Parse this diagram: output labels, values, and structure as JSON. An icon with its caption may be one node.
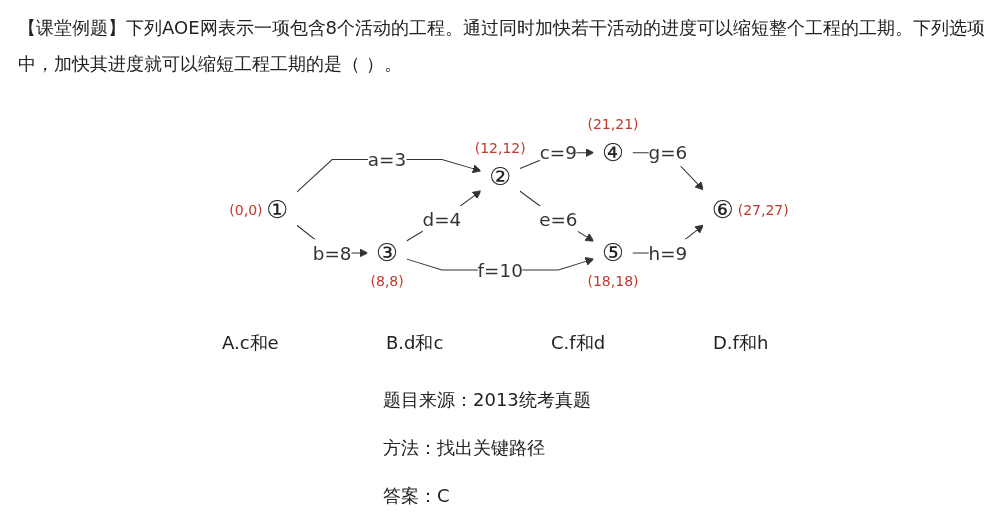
{
  "diagram": {
    "title": "【课堂例题】下列AOE网表示一项包含8个活动的工程。通过同时加快若干活动的进度可以缩短整个工程的工期。下列选项中，加快其进度就可以缩短工程工期的是（ ）。",
    "nodes": [
      {
        "text": [
          "①"
        ],
        "beside": [
          "(0,0)"
        ]
      },
      {
        "text": [
          "②"
        ],
        "beside": [
          "(12,12)"
        ]
      },
      {
        "text": [
          "③"
        ],
        "beside": [
          "(8,8)"
        ]
      },
      {
        "text": [
          "④"
        ],
        "beside": [
          "(21,21)"
        ]
      },
      {
        "text": [
          "⑤"
        ],
        "beside": [
          "(18,18)"
        ]
      },
      {
        "text": [
          "⑥"
        ],
        "beside": [
          "(27,27)"
        ]
      }
    ],
    "edges": [
      {
        "from": 0,
        "to": 1,
        "arrow": "to",
        "label": "a=3"
      },
      {
        "from": 0,
        "to": 2,
        "arrow": "to",
        "label": "b=8"
      },
      {
        "from": 1,
        "to": 3,
        "arrow": "to",
        "label": "c=9"
      },
      {
        "from": 2,
        "to": 1,
        "arrow": "to",
        "label": "d=4"
      },
      {
        "from": 1,
        "to": 4,
        "arrow": "to",
        "label": "e=6"
      },
      {
        "from": 2,
        "to": 4,
        "arrow": "to",
        "label": "f=10"
      },
      {
        "from": 3,
        "to": 5,
        "arrow": "to",
        "label": "g=6"
      },
      {
        "from": 4,
        "to": 5,
        "arrow": "to",
        "label": "h=9"
      }
    ],
    "labels": [
      "A.c和e",
      "B.d和c",
      "C.f和d",
      "D.f和h",
      "题目来源：2013统考真题",
      "方法：找出关键路径",
      "答案：C"
    ]
  }
}
